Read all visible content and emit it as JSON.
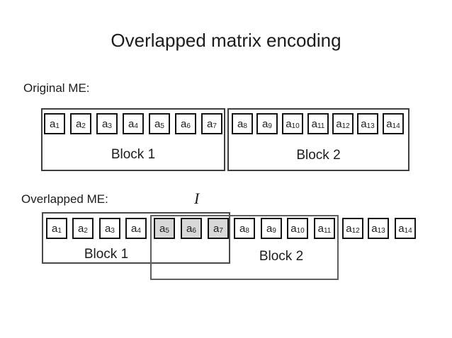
{
  "title": "Overlapped matrix encoding",
  "colors": {
    "background": "#ffffff",
    "text": "#1c1c1c",
    "cell_border": "#141414",
    "cell_fill": "#ffffff",
    "cell_fill_shaded": "#d8d8d8",
    "block_border_row1": "#3f3f3f",
    "block_border_row2a": "#4a4a4a",
    "block_border_row2b": "#5f5f5f"
  },
  "original_me": {
    "label": "Original ME:",
    "block1_label": "Block 1",
    "block2_label": "Block 2",
    "cells": [
      {
        "base": "a",
        "sub": "1",
        "shaded": false
      },
      {
        "base": "a",
        "sub": "2",
        "shaded": false
      },
      {
        "base": "a",
        "sub": "3",
        "shaded": false
      },
      {
        "base": "a",
        "sub": "4",
        "shaded": false
      },
      {
        "base": "a",
        "sub": "5",
        "shaded": false
      },
      {
        "base": "a",
        "sub": "6",
        "shaded": false
      },
      {
        "base": "a",
        "sub": "7",
        "shaded": false
      },
      {
        "base": "a",
        "sub": "8",
        "shaded": false
      },
      {
        "base": "a",
        "sub": "9",
        "shaded": false
      },
      {
        "base": "a",
        "sub": "10",
        "shaded": false
      },
      {
        "base": "a",
        "sub": "11",
        "shaded": false
      },
      {
        "base": "a",
        "sub": "12",
        "shaded": false
      },
      {
        "base": "a",
        "sub": "13",
        "shaded": false
      },
      {
        "base": "a",
        "sub": "14",
        "shaded": false
      }
    ]
  },
  "overlapped_me": {
    "label": "Overlapped ME:",
    "interval_label": "I",
    "block1_label": "Block 1",
    "block2_label": "Block 2",
    "cells": [
      {
        "base": "a",
        "sub": "1",
        "shaded": false
      },
      {
        "base": "a",
        "sub": "2",
        "shaded": false
      },
      {
        "base": "a",
        "sub": "3",
        "shaded": false
      },
      {
        "base": "a",
        "sub": "4",
        "shaded": false
      },
      {
        "base": "a",
        "sub": "5",
        "shaded": true
      },
      {
        "base": "a",
        "sub": "6",
        "shaded": true
      },
      {
        "base": "a",
        "sub": "7",
        "shaded": true
      },
      {
        "base": "a",
        "sub": "8",
        "shaded": false
      },
      {
        "base": "a",
        "sub": "9",
        "shaded": false
      },
      {
        "base": "a",
        "sub": "10",
        "shaded": false
      },
      {
        "base": "a",
        "sub": "11",
        "shaded": false
      },
      {
        "base": "a",
        "sub": "12",
        "shaded": false
      },
      {
        "base": "a",
        "sub": "13",
        "shaded": false
      },
      {
        "base": "a",
        "sub": "14",
        "shaded": false
      }
    ]
  }
}
